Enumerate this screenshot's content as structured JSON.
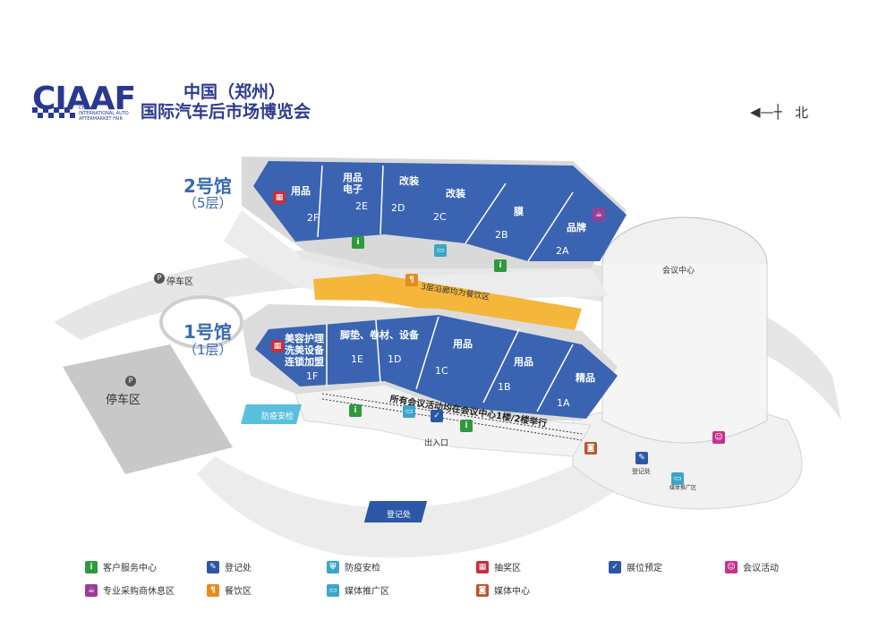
{
  "header": {
    "logo_text": "CIAAF",
    "logo_sub": "CHINA INTERNATIONAL AUTO AFTERMARKET FAIR",
    "title_line1": "中国（郑州）",
    "title_line2": "国际汽车后市场博览会",
    "north_label": "北"
  },
  "halls": {
    "hall2": {
      "name": "2号馆",
      "floor": "（5层）"
    },
    "hall1": {
      "name": "1号馆",
      "floor": "（1层）"
    }
  },
  "hall2_zones": [
    {
      "label": "用品",
      "code": "2F"
    },
    {
      "label": "用品\n电子",
      "code": "2E"
    },
    {
      "label": "改装",
      "code": "2D"
    },
    {
      "label": "改装",
      "code": "2C"
    },
    {
      "label": "膜",
      "code": "2B"
    },
    {
      "label": "品牌",
      "code": "2A"
    }
  ],
  "hall1_zones": [
    {
      "label": "美容护理\n洗美设备\n连锁加盟",
      "code": "1F"
    },
    {
      "label": "脚垫、卷材、设备",
      "code": "1E"
    },
    {
      "label": "",
      "code": "1D"
    },
    {
      "label": "用品",
      "code": "1C"
    },
    {
      "label": "用品",
      "code": "1B"
    },
    {
      "label": "精品",
      "code": "1A"
    }
  ],
  "map_labels": {
    "dining_corridor": "3层沿廊均为餐饮区",
    "meeting_note": "所有会议活动均在会议中心1楼/2楼举行",
    "conference_center": "会议中心",
    "parking_top": "停车区",
    "parking_left": "停车区",
    "epidemic_check": "防疫安检",
    "registration": "登记处",
    "entrance": "出入口",
    "registration_small": "登记处",
    "meeting_small": "媒体推广区"
  },
  "legend": [
    {
      "icon": "info-icon",
      "color": "#2e9a3e",
      "glyph": "i",
      "label": "客户服务中心"
    },
    {
      "icon": "pen-icon",
      "color": "#2d57a6",
      "glyph": "✎",
      "label": "登记处"
    },
    {
      "icon": "shield-icon",
      "color": "#3aa6c8",
      "glyph": "⛨",
      "label": "防疫安检"
    },
    {
      "icon": "gift-icon",
      "color": "#c7303a",
      "glyph": "▦",
      "label": "抽奖区"
    },
    {
      "icon": "check-icon",
      "color": "#2d57a6",
      "glyph": "✓",
      "label": "展位预定"
    },
    {
      "icon": "meeting-icon",
      "color": "#c8308e",
      "glyph": "☺",
      "label": "会议活动"
    },
    {
      "icon": "cup-icon",
      "color": "#9b3d95",
      "glyph": "☕",
      "label": "专业采购商休息区"
    },
    {
      "icon": "dining-icon",
      "color": "#e88a1e",
      "glyph": "¶",
      "label": "餐饮区"
    },
    {
      "icon": "media-promo-icon",
      "color": "#3aa6c8",
      "glyph": "▭",
      "label": "媒体推广区"
    },
    {
      "icon": "media-center-icon",
      "color": "#b8572e",
      "glyph": "◙",
      "label": "媒体中心"
    }
  ]
}
